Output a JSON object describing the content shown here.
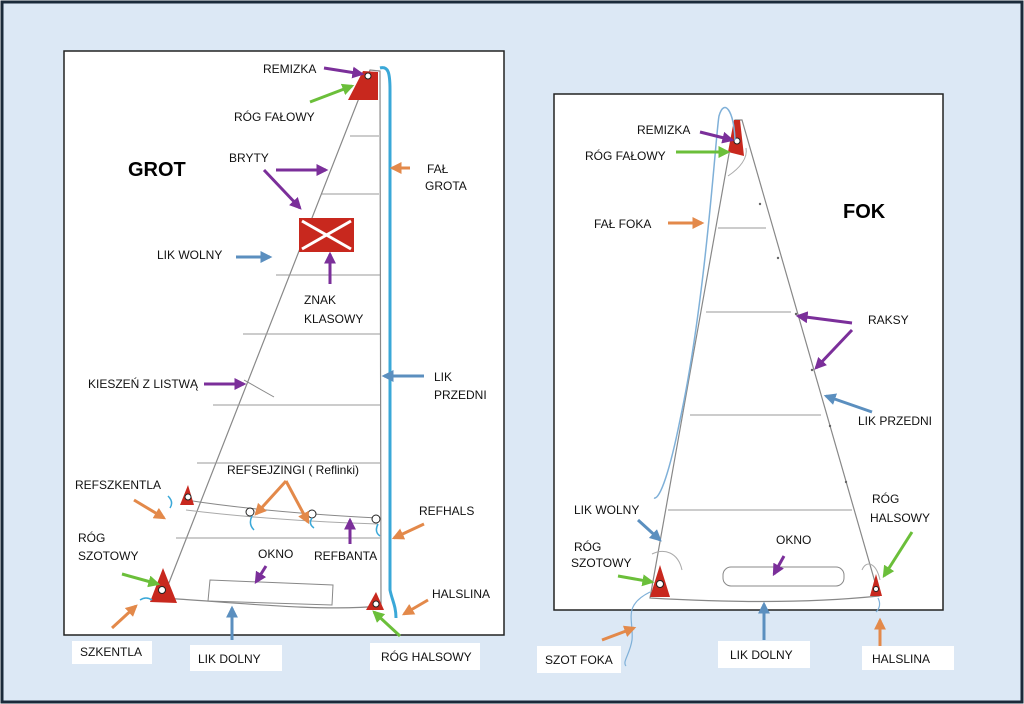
{
  "grot": {
    "title": "GROT",
    "labels": {
      "remizka": "REMIZKA",
      "rog_falowy": "RÓG FAŁOWY",
      "bryty": "BRYTY",
      "fal_1": "FAŁ",
      "fal_2": "GROTA",
      "lik_wolny": "LIK WOLNY",
      "znak_1": "ZNAK",
      "znak_2": "KLASOWY",
      "kieszen": "KIESZEŃ Z LISTWĄ",
      "lik_przedni_1": "LIK",
      "lik_przedni_2": "PRZEDNI",
      "refszkentla": "REFSZKENTLA",
      "refsejzingi": "REFSEJZINGI ( Reflinki)",
      "refhals": "REFHALS",
      "rog_szotowy_1": "RÓG",
      "rog_szotowy_2": "SZOTOWY",
      "okno": "OKNO",
      "refbanta": "REFBANTA",
      "halslina": "HALSLINA",
      "szkentla": "SZKENTLA",
      "lik_dolny": "LIK DOLNY",
      "rog_halsowy": "RÓG HALSOWY"
    }
  },
  "fok": {
    "title": "FOK",
    "labels": {
      "remizka": "REMIZKA",
      "rog_falowy": "RÓG FAŁOWY",
      "fal_foka": "FAŁ FOKA",
      "raksy": "RAKSY",
      "lik_przedni": "LIK PRZEDNI",
      "rog_halsowy_1": "RÓG",
      "rog_halsowy_2": "HALSOWY",
      "lik_wolny": "LIK WOLNY",
      "okno": "OKNO",
      "rog_szotowy_1": "RÓG",
      "rog_szotowy_2": "SZOTOWY",
      "szot_foka": "SZOT FOKA",
      "lik_dolny": "LIK DOLNY",
      "halslina": "HALSLINA"
    }
  },
  "colors": {
    "background": "#dce8f5",
    "frame": "#1a2a3a",
    "purple_arrow": "#7b2f9a",
    "green_arrow": "#6bbf3a",
    "orange_arrow": "#e3894a",
    "blue_arrow": "#5b8fbf",
    "rope": "#3aa8d8",
    "corner_patch": "#c8281e"
  }
}
